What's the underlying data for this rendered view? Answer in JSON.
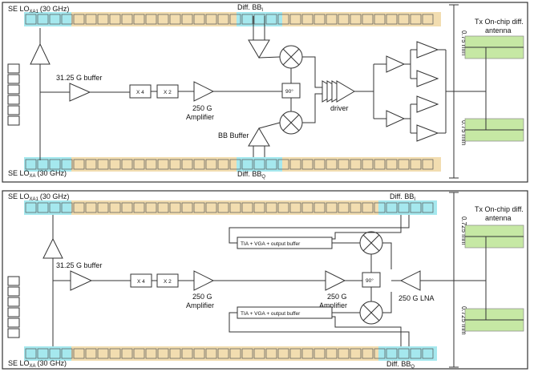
{
  "colors": {
    "pad_tan": "#f2ddb0",
    "pad_cyan": "#a5e8ee",
    "antenna_green": "#c6e8a4",
    "border": "#333333"
  },
  "tx": {
    "lo_top_label_main": "SE LO",
    "lo_top_label_sub": "XA1",
    "lo_top_label_freq": "(30 GHz)",
    "diff_bb_i": "Diff. BB",
    "diff_bb_i_sub": "I",
    "lo_bot_label_main": "SE LO",
    "lo_bot_label_sub": "XA",
    "lo_bot_label_freq": "(30 GHz)",
    "diff_bb_q": "Diff. BB",
    "diff_bb_q_sub": "Q",
    "buffer_label": "31.25 G buffer",
    "mult_x4": "X 4",
    "mult_x2": "X 2",
    "amp_label_1": "250 G",
    "amp_label_2": "Amplifier",
    "phase": "90°",
    "bb_buffer": "BB Buffer",
    "driver": "driver",
    "antenna_label_1": "Tx On-chip diff.",
    "antenna_label_2": "antenna",
    "dim_top": "0.75 mm",
    "dim_bot": "0.75 mm"
  },
  "rx": {
    "lo_top_label_main": "SE LO",
    "lo_top_label_sub": "XA1",
    "lo_top_label_freq": "(30 GHz)",
    "diff_bb_i": "Diff. BB",
    "diff_bb_i_sub": "I",
    "lo_bot_label_main": "SE LO",
    "lo_bot_label_sub": "XA",
    "lo_bot_label_freq": "(30 GHz)",
    "diff_bb_q": "Diff. BB",
    "diff_bb_q_sub": "Q",
    "buffer_label": "31.25 G buffer",
    "mult_x4": "X 4",
    "mult_x2": "X 2",
    "amp_label_1": "250 G",
    "amp_label_2": "Amplifier",
    "amp2_label_1": "250 G",
    "amp2_label_2": "Amplifier",
    "tia_top": "TIA + VGA + output buffer",
    "tia_bot": "TIA + VGA + output buffer",
    "phase": "90°",
    "lna": "250 G LNA",
    "antenna_label_1": "Tx On-chip diff.",
    "antenna_label_2": "antenna",
    "dim_top": "0.725 mm",
    "dim_bot": "0.725 mm"
  }
}
